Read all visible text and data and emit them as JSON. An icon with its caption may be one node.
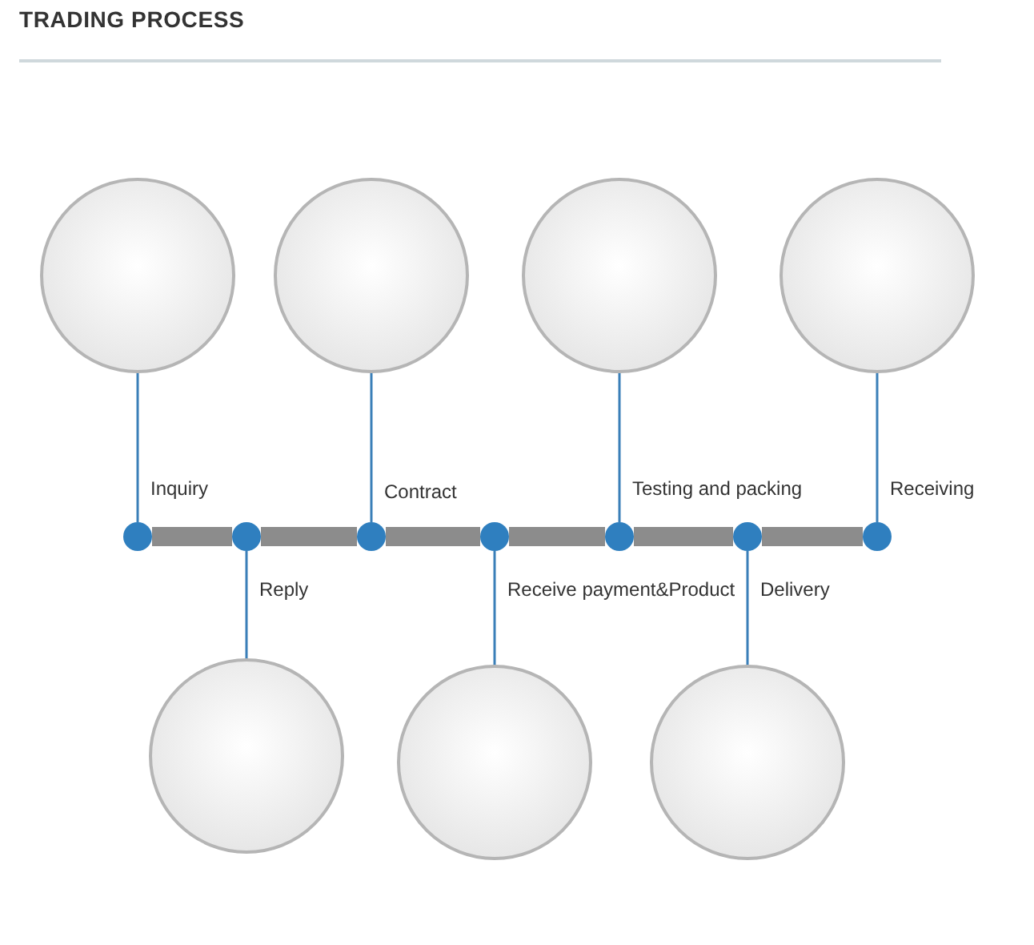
{
  "diagram": {
    "title": "TRADING PROCESS",
    "nodes": [
      {
        "text": [],
        "shape": "picture"
      },
      {
        "text": [],
        "shape": "picture"
      },
      {
        "text": [],
        "shape": "picture"
      },
      {
        "text": [],
        "shape": "picture"
      },
      {
        "text": [],
        "shape": "circle",
        "beside": [
          "Inquiry"
        ]
      },
      {
        "text": [],
        "shape": "circle",
        "beside": [
          "Reply"
        ]
      },
      {
        "text": [],
        "shape": "circle",
        "beside": [
          "Contract"
        ]
      },
      {
        "text": [],
        "shape": "circle",
        "beside": [
          "Receive payment&Product"
        ]
      },
      {
        "text": [],
        "shape": "circle",
        "beside": [
          "Testing and packing"
        ]
      },
      {
        "text": [],
        "shape": "circle",
        "beside": [
          "Delivery"
        ]
      },
      {
        "text": [],
        "shape": "circle",
        "beside": [
          "Receiving"
        ]
      },
      {
        "text": [],
        "shape": "picture"
      },
      {
        "text": [],
        "shape": "picture"
      },
      {
        "text": [],
        "shape": "picture"
      }
    ],
    "edges": [
      {
        "from": 4,
        "to": 5,
        "arrow": "none",
        "style": "thick",
        "color": "#8c8c8c"
      },
      {
        "from": 5,
        "to": 6,
        "arrow": "none",
        "style": "thick",
        "color": "#8c8c8c"
      },
      {
        "from": 6,
        "to": 7,
        "arrow": "none",
        "style": "thick",
        "color": "#8c8c8c"
      },
      {
        "from": 7,
        "to": 8,
        "arrow": "none",
        "style": "thick",
        "color": "#8c8c8c"
      },
      {
        "from": 8,
        "to": 9,
        "arrow": "none",
        "style": "thick",
        "color": "#8c8c8c"
      },
      {
        "from": 9,
        "to": 10,
        "arrow": "none",
        "style": "thick",
        "color": "#8c8c8c"
      },
      {
        "from": 4,
        "to": 0,
        "arrow": "none"
      },
      {
        "from": 5,
        "to": 11,
        "arrow": "none"
      },
      {
        "from": 6,
        "to": 1,
        "arrow": "none"
      },
      {
        "from": 7,
        "to": 12,
        "arrow": "none"
      },
      {
        "from": 8,
        "to": 2,
        "arrow": "none"
      },
      {
        "from": 9,
        "to": 13,
        "arrow": "none"
      },
      {
        "from": 10,
        "to": 3,
        "arrow": "none"
      }
    ]
  }
}
